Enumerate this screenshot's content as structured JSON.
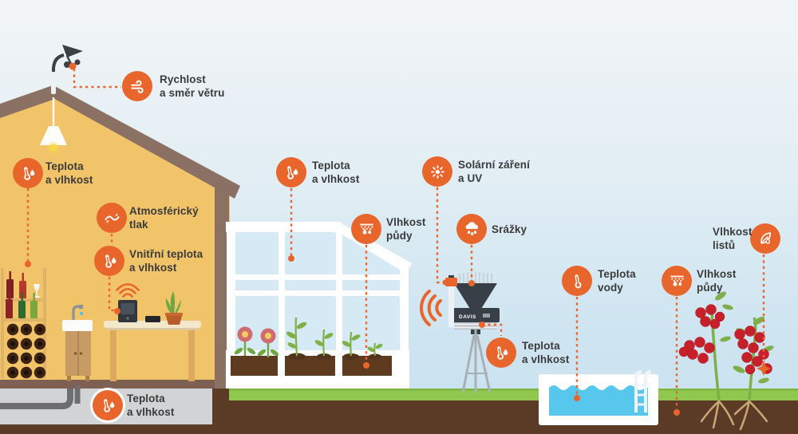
{
  "station": {
    "brand": "DAVIS"
  },
  "colors": {
    "accent": "#E8652B",
    "text": "#3B3B3B",
    "sky_top": "#F2F5F7",
    "sky_bottom": "#C8E1EF",
    "house_wall": "#F2C469",
    "roof": "#8A7163",
    "earth": "#5C3B26",
    "grass": "#8FC74F",
    "water": "#57C7EE",
    "glass": "#D6EAF6"
  },
  "sensors": [
    {
      "id": "wind",
      "icon": "wind-icon",
      "lines": [
        "Rychlost",
        "a směr větru"
      ]
    },
    {
      "id": "attic",
      "icon": "thermo-humidity-icon",
      "lines": [
        "Teplota",
        "a vlhkost"
      ]
    },
    {
      "id": "pressure",
      "icon": "pressure-icon",
      "lines": [
        "Atmosférický",
        "tlak"
      ]
    },
    {
      "id": "indoor",
      "icon": "thermo-humidity-icon",
      "lines": [
        "Vnitřní teplota",
        "a vlhkost"
      ]
    },
    {
      "id": "greenhouse-air",
      "icon": "thermo-humidity-icon",
      "lines": [
        "Teplota",
        "a vlhkost"
      ]
    },
    {
      "id": "greenhouse-soil",
      "icon": "soil-moisture-icon",
      "lines": [
        "Vlhkost",
        "půdy"
      ]
    },
    {
      "id": "solar-uv",
      "icon": "sun-icon",
      "lines": [
        "Solární záření",
        "a UV"
      ]
    },
    {
      "id": "rain",
      "icon": "rain-icon",
      "lines": [
        "Srážky"
      ]
    },
    {
      "id": "outdoor",
      "icon": "thermo-humidity-icon",
      "lines": [
        "Teplota",
        "a vlhkost"
      ]
    },
    {
      "id": "water-temp",
      "icon": "thermo-icon",
      "lines": [
        "Teplota",
        "vody"
      ]
    },
    {
      "id": "garden-soil",
      "icon": "soil-moisture-icon",
      "lines": [
        "Vlhkost",
        "půdy"
      ]
    },
    {
      "id": "leaf-wetness",
      "icon": "leaf-icon",
      "lines": [
        "Vlhkost",
        "listů"
      ]
    },
    {
      "id": "basement",
      "icon": "thermo-humidity-icon",
      "lines": [
        "Teplota",
        "a vlhkost"
      ]
    }
  ]
}
